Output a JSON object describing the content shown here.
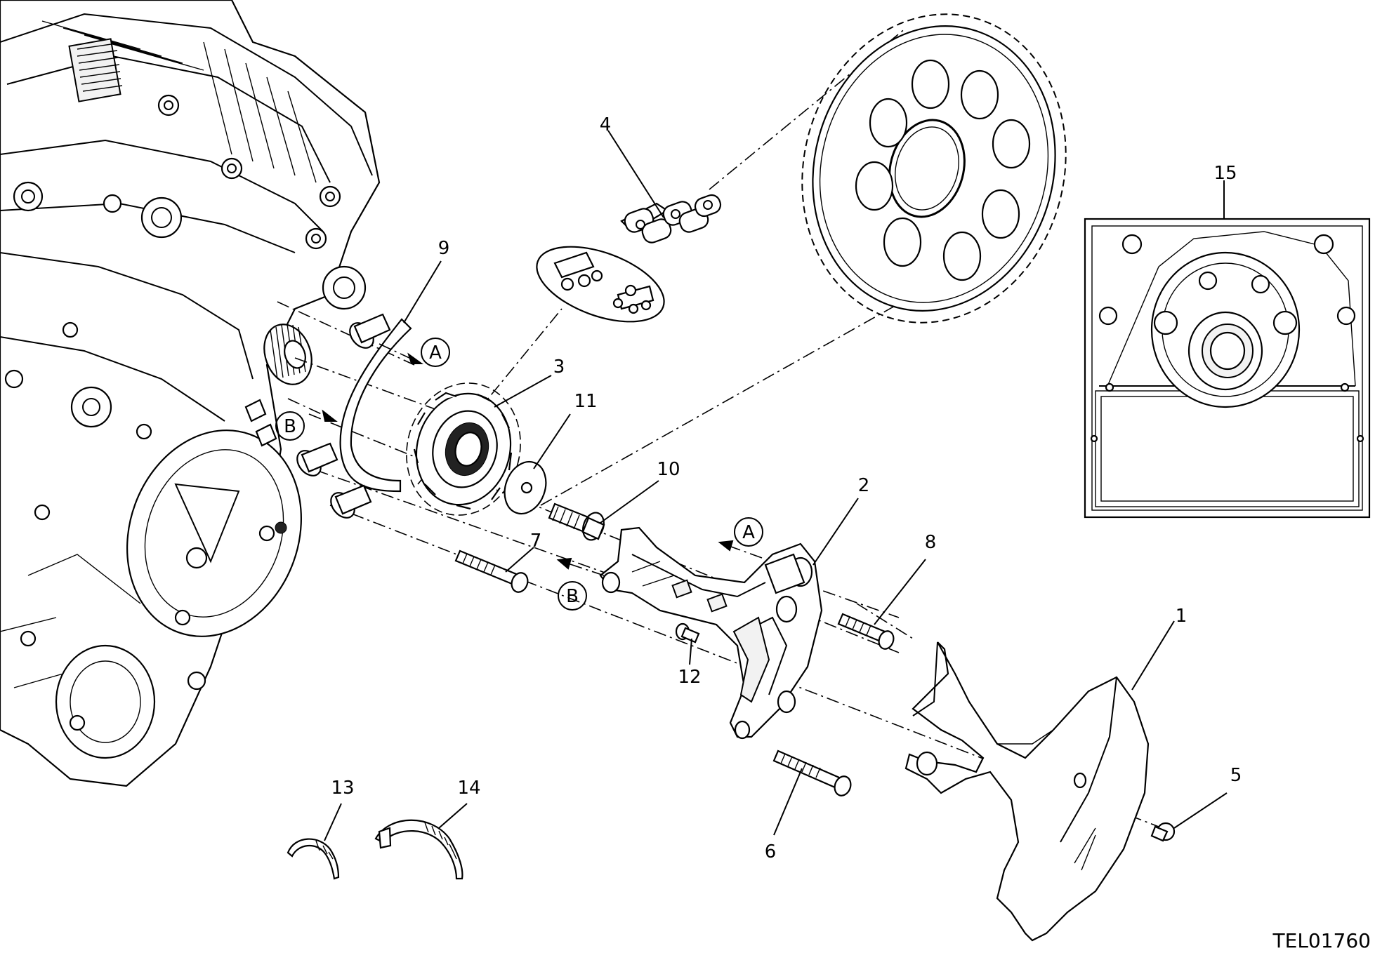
{
  "diagram": {
    "drawing_id": "TEL01760",
    "callouts": [
      "1",
      "2",
      "3",
      "4",
      "5",
      "6",
      "7",
      "8",
      "9",
      "10",
      "11",
      "12",
      "13",
      "14",
      "15"
    ],
    "markers": {
      "a_top": "A",
      "b_left": "B",
      "a_right": "A",
      "b_right": "B"
    }
  }
}
